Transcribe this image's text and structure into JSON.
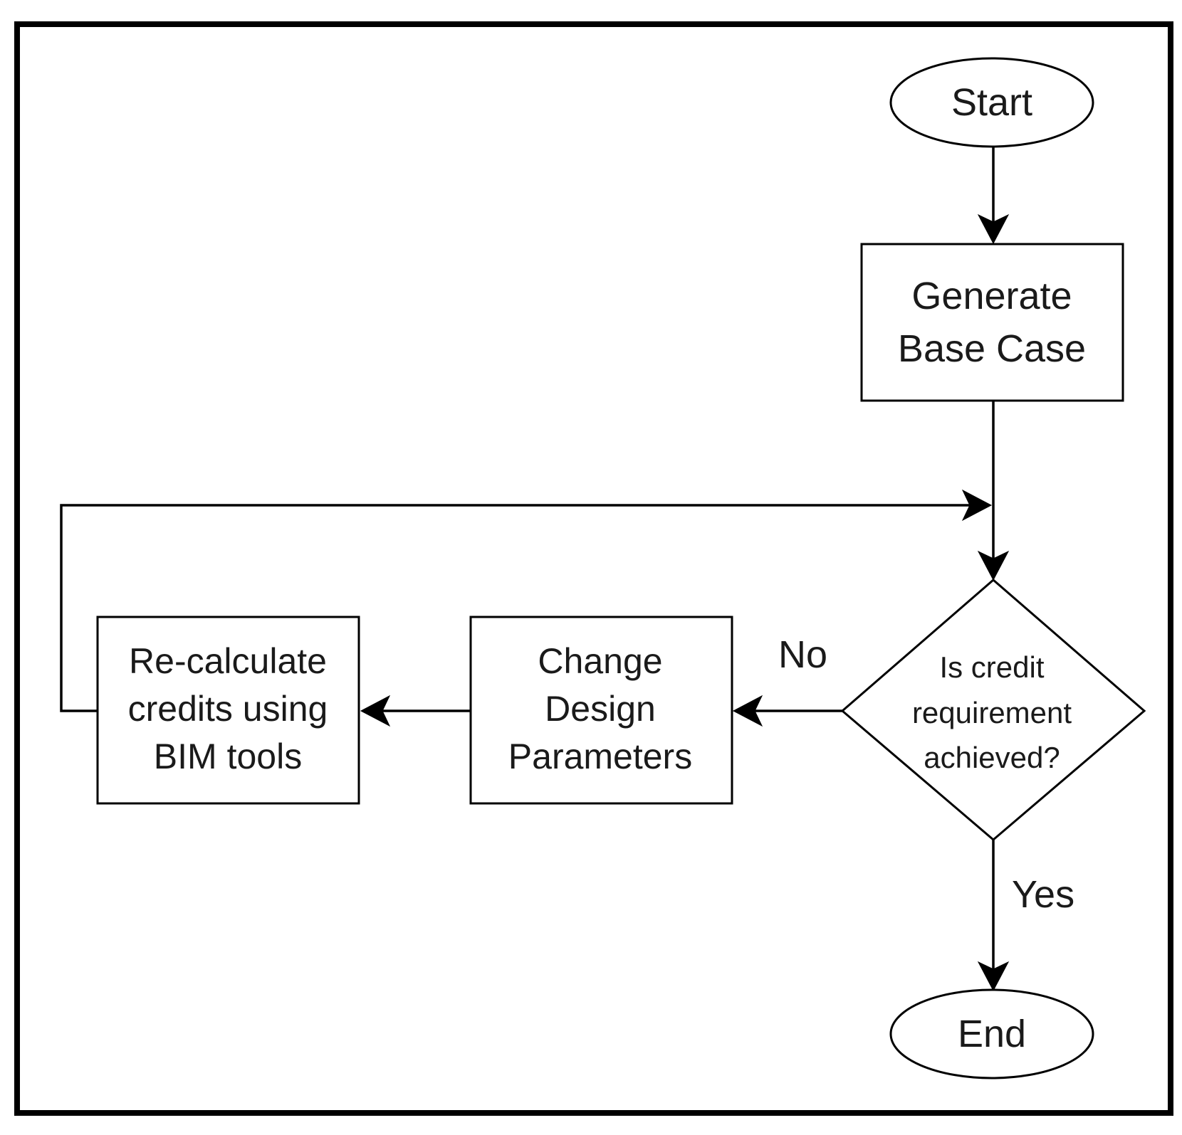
{
  "flowchart": {
    "nodes": {
      "start": {
        "label": "Start"
      },
      "generate": {
        "line1": "Generate",
        "line2": "Base Case"
      },
      "decision": {
        "line1": "Is credit",
        "line2": "requirement",
        "line3": "achieved?"
      },
      "change": {
        "line1": "Change",
        "line2": "Design",
        "line3": "Parameters"
      },
      "recalc": {
        "line1": "Re-calculate",
        "line2": "credits using",
        "line3": "BIM tools"
      },
      "end": {
        "label": "End"
      }
    },
    "edges": {
      "no_label": "No",
      "yes_label": "Yes"
    }
  }
}
